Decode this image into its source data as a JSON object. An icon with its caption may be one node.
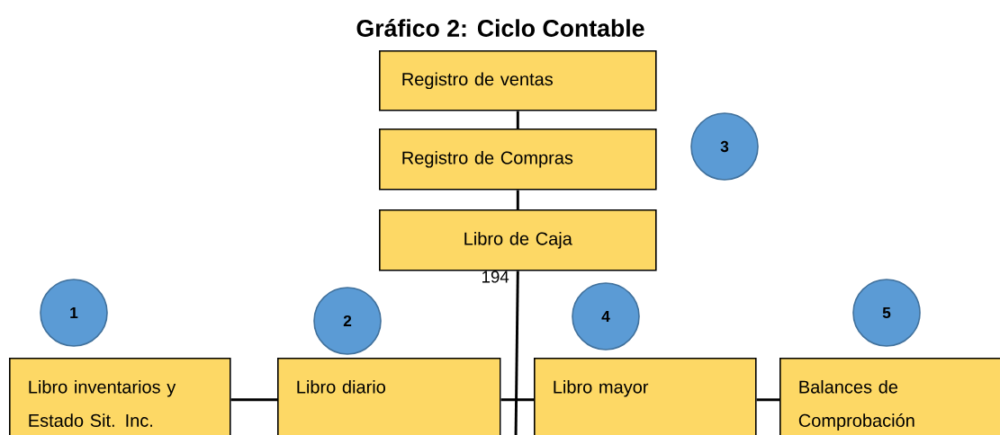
{
  "diagram": {
    "title": "Gráfico 2: Ciclo Contable",
    "nodes": [
      {
        "text": [
          "Registro de ventas"
        ]
      },
      {
        "text": [
          "Registro de Compras"
        ]
      },
      {
        "text": [
          "3"
        ]
      },
      {
        "text": [
          "Libro de Caja"
        ]
      },
      {
        "text": [
          "1"
        ]
      },
      {
        "text": [
          "2"
        ]
      },
      {
        "text": [
          "4"
        ]
      },
      {
        "text": [
          "5"
        ]
      },
      {
        "text": [
          "Libro inventarios y Estado Sit. Inc."
        ]
      },
      {
        "text": [
          "Libro diario"
        ]
      },
      {
        "text": [
          "Libro mayor"
        ]
      },
      {
        "text": [
          "Balances de Comprobación"
        ]
      }
    ],
    "edges": [
      {
        "from": 0,
        "to": 1,
        "arrow": "none"
      },
      {
        "from": 1,
        "to": 3,
        "arrow": "none"
      },
      {
        "from": 3,
        "to": null,
        "arrow": "none"
      },
      {
        "from": 8,
        "to": 9,
        "arrow": "none"
      },
      {
        "from": 9,
        "to": 10,
        "arrow": "none"
      },
      {
        "from": 10,
        "to": 11,
        "arrow": "none"
      }
    ],
    "labels": [
      "194"
    ]
  }
}
